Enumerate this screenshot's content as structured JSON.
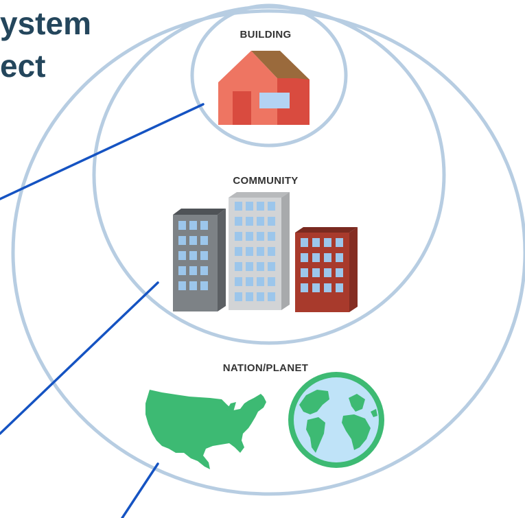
{
  "title": {
    "line1": "ystem",
    "line2": "ect"
  },
  "rings": {
    "building": {
      "label": "BUILDING"
    },
    "community": {
      "label": "COMMUNITY"
    },
    "nation": {
      "label": "NATION/PLANET"
    }
  },
  "colors": {
    "title": "#24465c",
    "ring": "#b7cde2",
    "connector": "#1553c2",
    "house_wall": "#ee7562",
    "house_side": "#d94b3f",
    "house_roof": "#9a6a3c",
    "house_window": "#b3d3f3",
    "tower_gray": "#7d8286",
    "tower_light": "#d2d4d6",
    "tower_red": "#a83a2c",
    "window_blue": "#9cc6eb",
    "land_green": "#3dba73",
    "ocean_blue": "#bfe3f8"
  },
  "icons": {
    "building": "house-icon",
    "community": "city-buildings-icon",
    "nation": "usa-map-icon",
    "planet": "globe-icon"
  }
}
